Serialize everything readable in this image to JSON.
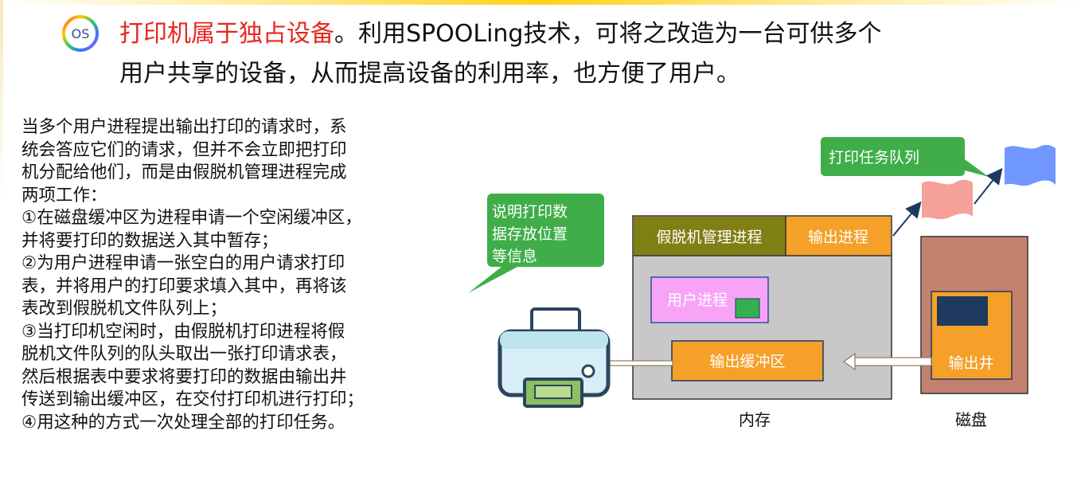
{
  "header": {
    "highlight": "打印机属于独占设备",
    "title_rest_line1": "。利用SPOOLing技术，可将之改造为一台可供多个",
    "title_line2": "用户共享的设备，从而提高设备的利用率，也方便了用户。"
  },
  "description": {
    "lines": [
      "当多个用户进程提出输出打印的请求时，系",
      "统会答应它们的请求，但并不会立即把打印",
      "机分配给他们，而是由假脱机管理进程完成",
      "两项工作：",
      "①在磁盘缓冲区为进程申请一个空闲缓冲区，",
      "并将要打印的数据送入其中暂存；",
      "②为用户进程申请一张空白的用户请求打印",
      "表，并将用户的打印要求填入其中，再将该",
      "表改到假脱机文件队列上；",
      "③当打印机空闲时，由假脱机打印进程将假",
      "脱机文件队列的队头取出一张打印请求表，",
      "然后根据表中要求将要打印的数据由输出井",
      "传送到输出缓冲区，在交付打印机进行打印；",
      "④用这种的方式一次处理全部的打印任务。"
    ]
  },
  "diagram": {
    "callout_lines": [
      "说明打印数",
      "据存放位置",
      "等信息"
    ],
    "queue_label": "打印任务队列",
    "spool_manager": "假脱机管理进程",
    "output_process": "输出进程",
    "user_process": "用户进程",
    "output_buffer": "输出缓冲区",
    "output_well": "输出井",
    "memory_label": "内存",
    "disk_label": "磁盘"
  },
  "logo": {
    "text": "OS"
  }
}
